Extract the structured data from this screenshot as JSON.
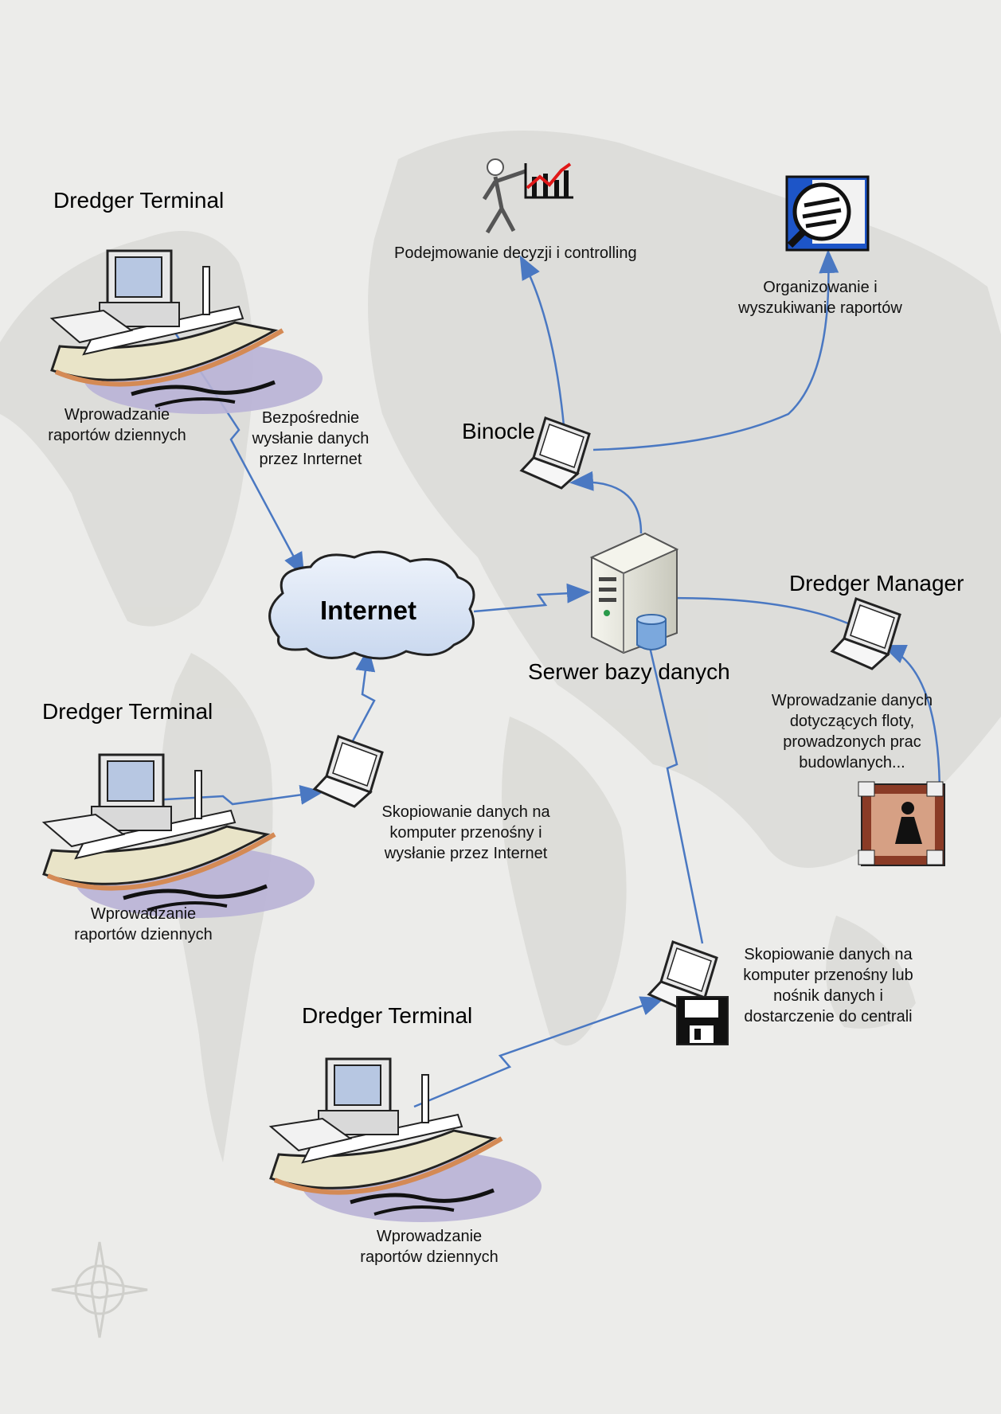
{
  "nodes": {
    "terminal_1": {
      "title": "Dredger Terminal",
      "caption": [
        "Wprowadzanie",
        "raportów dziennych"
      ]
    },
    "terminal_2": {
      "title": "Dredger Terminal",
      "caption": [
        "Wprowadzanie",
        "raportów dziennych"
      ]
    },
    "terminal_3": {
      "title": "Dredger Terminal",
      "caption": [
        "Wprowadzanie",
        "raportów dziennych"
      ]
    },
    "internet": {
      "label": "Internet"
    },
    "server": {
      "label": "Serwer bazy danych"
    },
    "binocle": {
      "label": "Binocle"
    },
    "manager": {
      "title": "Dredger Manager",
      "caption": [
        "Wprowadzanie danych",
        "dotyczących floty,",
        "prowadzonych prac",
        "budowlanych..."
      ]
    },
    "decision": {
      "label": "Podejmowanie decyzji i controlling"
    },
    "organize": {
      "label": [
        "Organizowanie i",
        "wyszukiwanie raportów"
      ]
    }
  },
  "edges": {
    "direct": [
      "Bezpośrednie",
      "wysłanie danych",
      "przez Inrternet"
    ],
    "copy_internet": [
      "Skopiowanie danych na",
      "komputer przenośny i",
      "wysłanie przez Internet"
    ],
    "copy_media": [
      "Skopiowanie danych na",
      "komputer przenośny lub",
      "nośnik danych i",
      "dostarczenie do centrali"
    ]
  },
  "colors": {
    "arrow": "#4a78c2",
    "background": "#ececea",
    "map": "#dcdcd8"
  }
}
